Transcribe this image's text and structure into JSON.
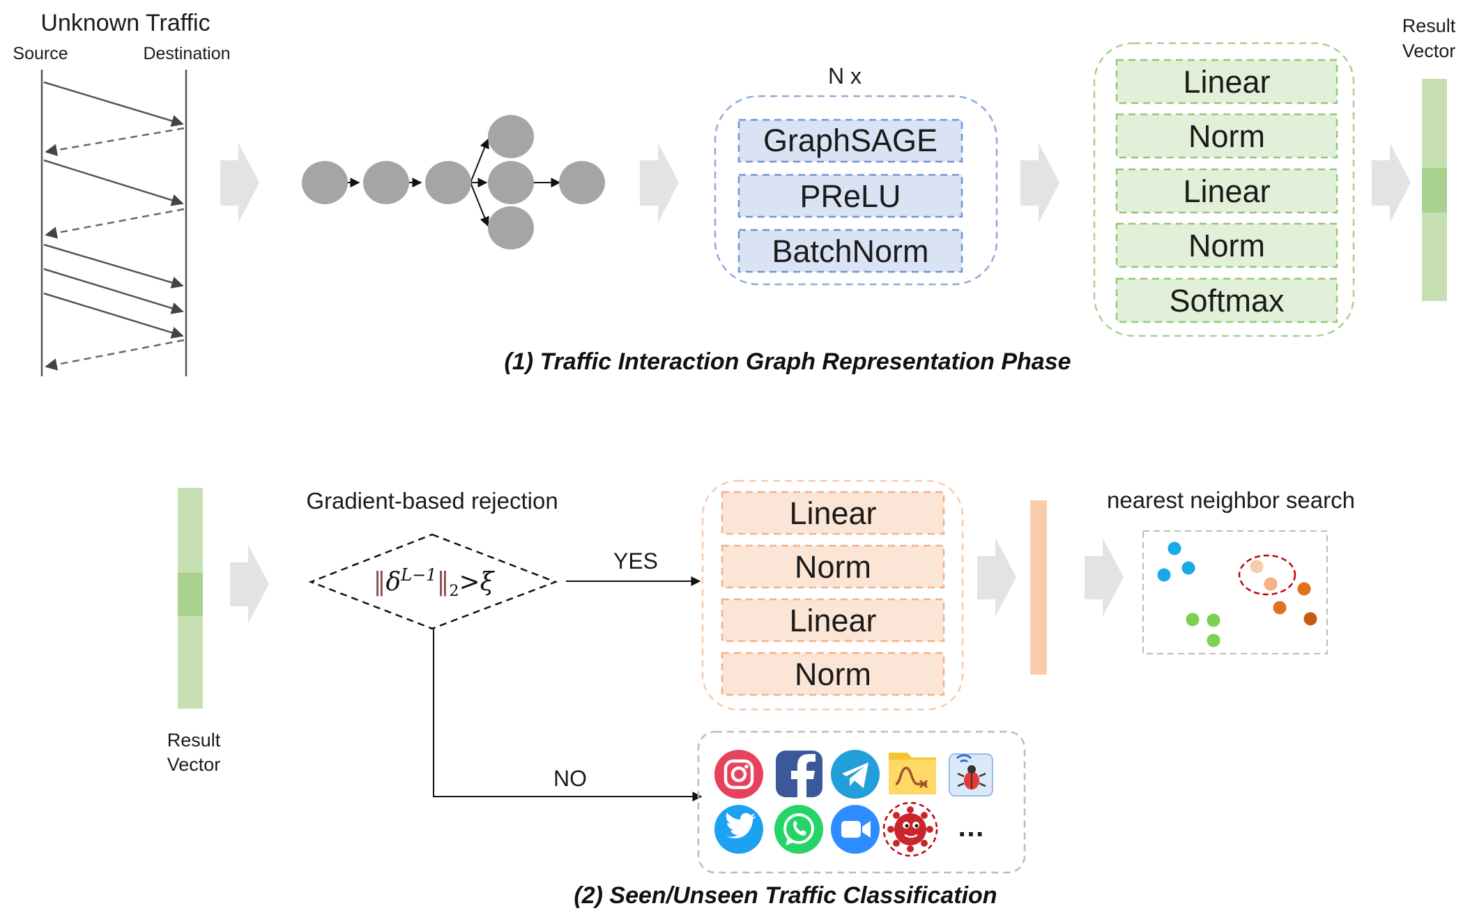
{
  "phase1": {
    "title": "(1) Traffic Interaction Graph Representation Phase",
    "traffic": {
      "title": "Unknown Traffic",
      "source_label": "Source",
      "destination_label": "Destination"
    },
    "gnn": {
      "repeat_label": "N x",
      "layers": [
        "GraphSAGE",
        "PReLU",
        "BatchNorm"
      ]
    },
    "classifier": {
      "layers": [
        "Linear",
        "Norm",
        "Linear",
        "Norm",
        "Softmax"
      ]
    },
    "result": {
      "line1": "Result",
      "line2": "Vector"
    }
  },
  "phase2": {
    "title": "(2) Seen/Unseen Traffic Classification",
    "result": {
      "line1": "Result",
      "line2": "Vector"
    },
    "rejection": {
      "title": "Gradient-based rejection",
      "yes_label": "YES",
      "no_label": "NO"
    },
    "projection": {
      "layers": [
        "Linear",
        "Norm",
        "Linear",
        "Norm"
      ]
    },
    "search": {
      "title": "nearest neighbor search"
    },
    "apps": {
      "icons": [
        "instagram-icon",
        "facebook-icon",
        "telegram-icon",
        "folder-icon",
        "bug-icon",
        "twitter-icon",
        "whatsapp-icon",
        "zoom-icon",
        "malware-icon"
      ],
      "more": "…"
    }
  },
  "colors": {
    "green_fill": "#e2f0d9",
    "green_border": "#70ad47",
    "blue_fill": "#dae3f3",
    "blue_border": "#4472c4",
    "orange_fill": "#fbe5d6",
    "orange_border": "#f4b183",
    "node_gray": "#a5a5a5"
  }
}
